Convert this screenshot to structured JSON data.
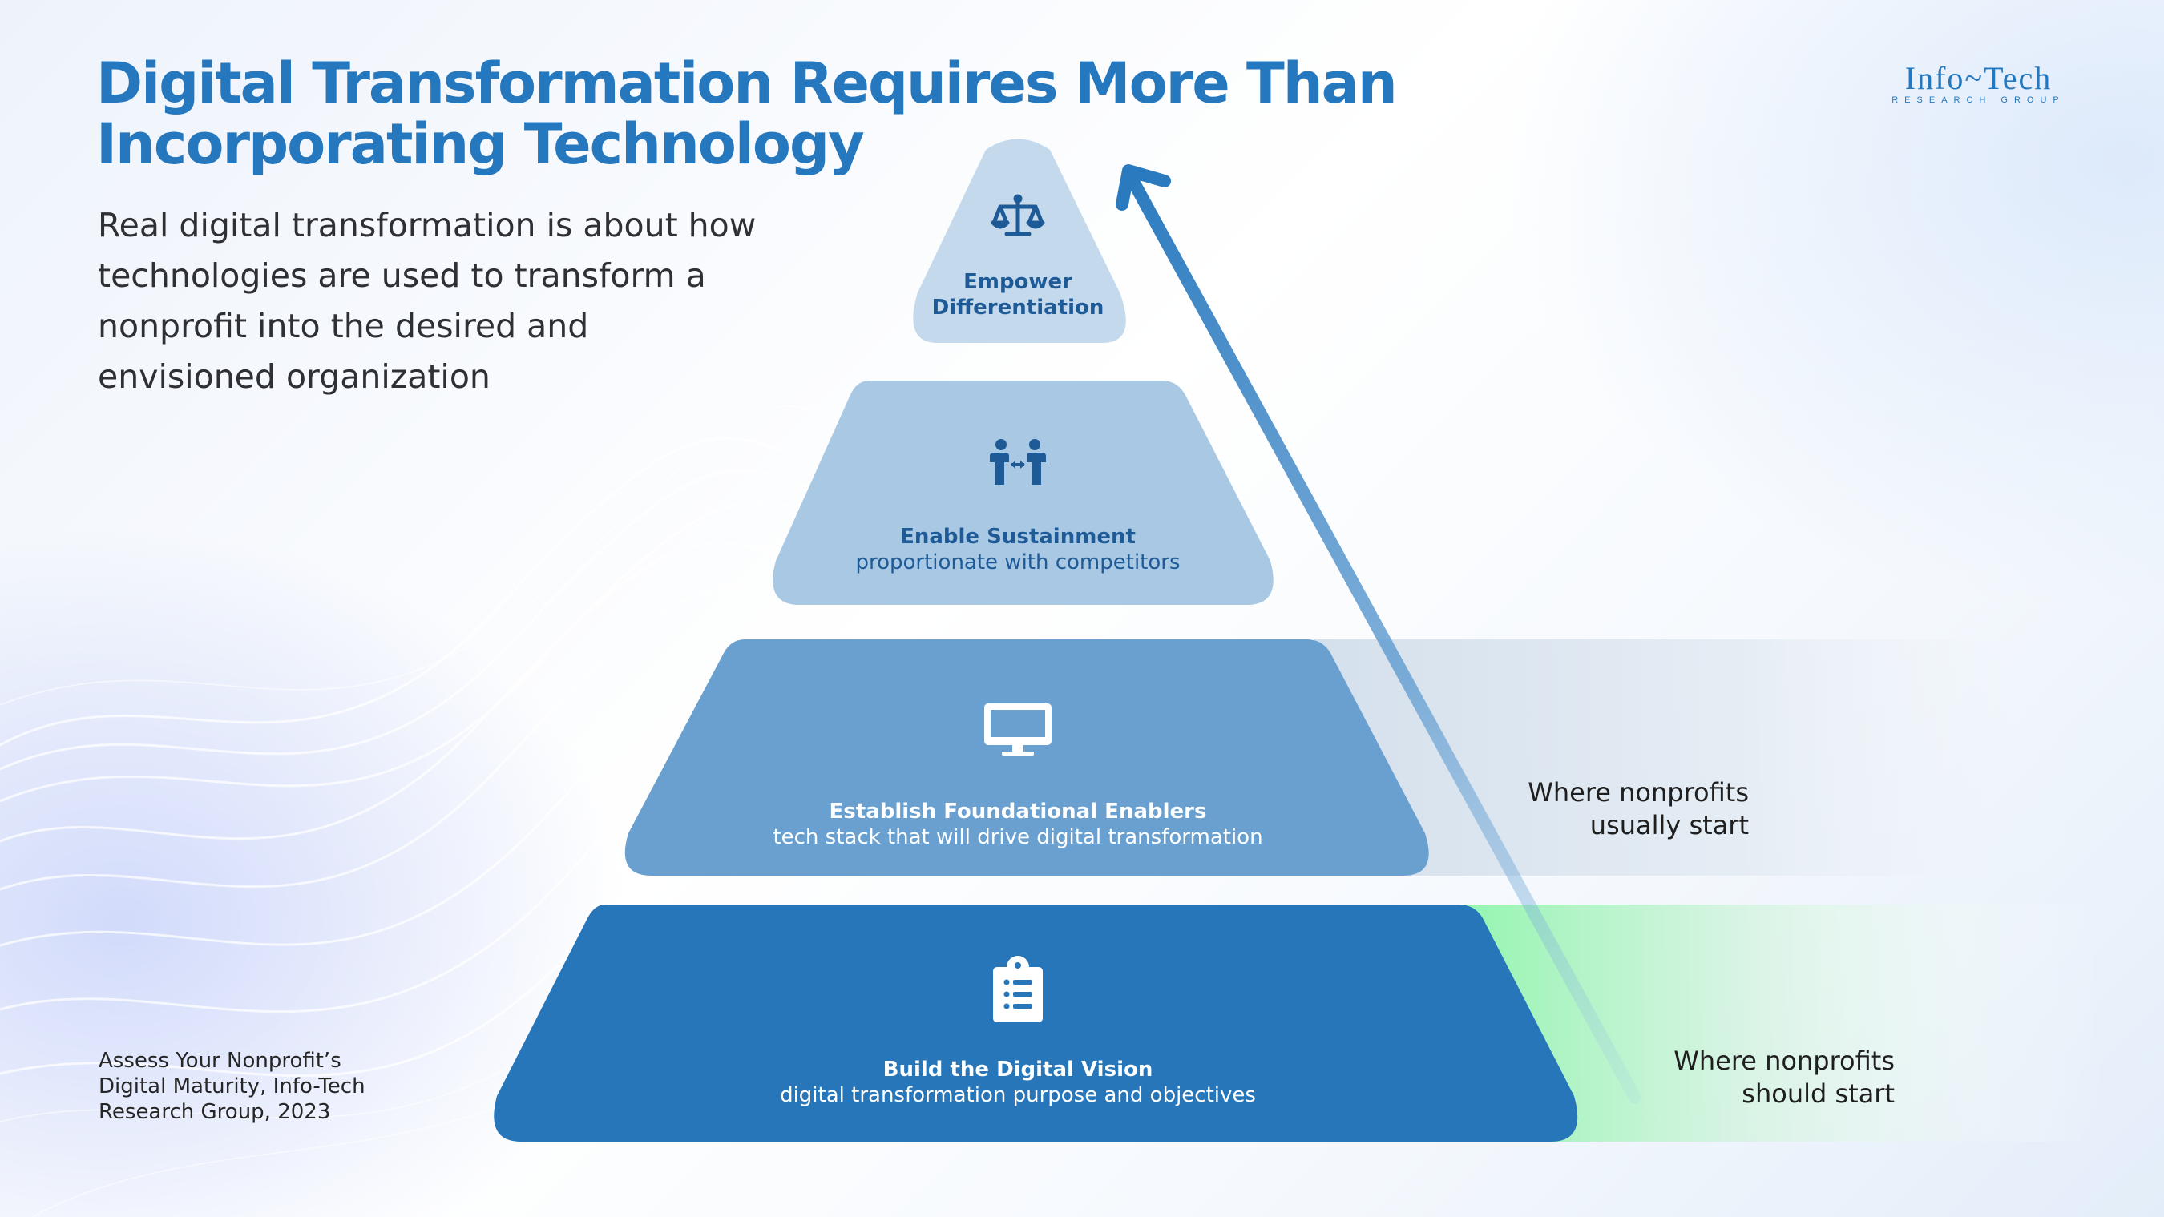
{
  "title_lines": [
    "Digital Transformation Requires More Than",
    "Incorporating Technology"
  ],
  "subtitle_lines": [
    "Real digital transformation is about how",
    "technologies are used to transform a",
    "nonprofit into the desired and",
    "envisioned organization"
  ],
  "source_lines": [
    "Assess Your Nonprofit’s",
    "Digital Maturity, Info-Tech",
    "Research Group, 2023"
  ],
  "logo": {
    "main": "Info~Tech",
    "sub": "RESEARCH GROUP"
  },
  "colors": {
    "title": "#2678be",
    "tier1": "#c4d9ec",
    "tier2": "#a8c8e3",
    "tier3": "#6aa0cf",
    "tier4": "#2776b9",
    "arrow": "#2a7abf",
    "green_band": "#9df7b6"
  },
  "pyramid": [
    {
      "level": 4,
      "title": "Empower",
      "title2": "Differentiation",
      "icon": "balance-scale-icon"
    },
    {
      "level": 3,
      "title": "Enable Sustainment",
      "desc": "proportionate with competitors",
      "icon": "people-exchange-icon"
    },
    {
      "level": 2,
      "title": "Establish Foundational Enablers",
      "desc": "tech stack that will drive digital transformation",
      "icon": "monitor-icon"
    },
    {
      "level": 1,
      "title": "Build the Digital Vision",
      "desc": "digital transformation purpose and objectives",
      "icon": "clipboard-list-icon"
    }
  ],
  "callouts": {
    "usual_start": [
      "Where nonprofits",
      "usually start"
    ],
    "should_start": [
      "Where nonprofits",
      "should start"
    ]
  }
}
